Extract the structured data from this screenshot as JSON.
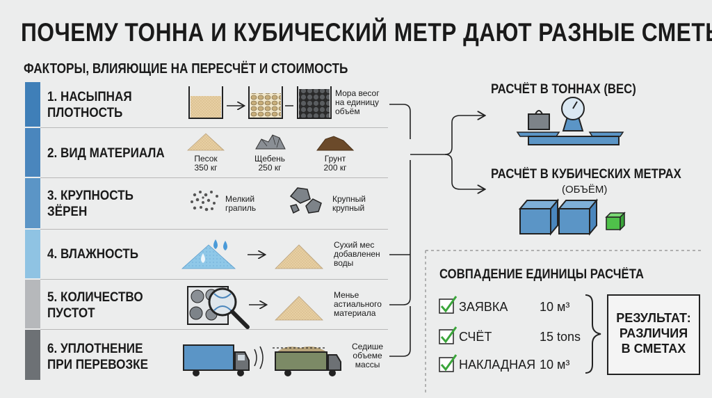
{
  "title": "ПОЧЕМУ ТОННА И КУБИЧЕСКИЙ МЕТР ДАЮТ РАЗНЫЕ СМЕТЫ",
  "subtitle": "ФАКТОРЫ, ВЛИЯЮЩИЕ НА ПЕРЕСЧЁТ И СТОИМОСТЬ",
  "factors": [
    {
      "label": "1. НАСЫПНАЯ\nПЛОТНОСТЬ",
      "color": "#3f7fb8",
      "note": "Мора весог\nна единицу\nобъём"
    },
    {
      "label": "2. ВИД МАТЕРИАЛА",
      "color": "#4a86bd",
      "materials": [
        {
          "name": "Песок\n350 кг"
        },
        {
          "name": "Щебень\n250 кг"
        },
        {
          "name": "Грунт\n200 кг"
        }
      ]
    },
    {
      "label": "3. КРУПНОСТЬ\nЗЁРЕН",
      "color": "#5b95c6",
      "fine": "Мелкий\nграпиль",
      "coarse": "Крупный\nкрупный"
    },
    {
      "label": "4. ВЛАЖНОСТЬ",
      "color": "#8fc3e3",
      "note": "Сухий мес\nдобавленен\nводы"
    },
    {
      "label": "5. КОЛИЧЕСТВО\nПУСТОТ",
      "color": "#b6b8bb",
      "note": "Менье\nастиального\nматериала"
    },
    {
      "label": "6. УПЛОТНЕНИЕ\nПРИ ПЕРЕВОЗКЕ",
      "color": "#6d7175",
      "note": "Седише\nобъеме\nмассы"
    }
  ],
  "calc_tons": "РАСЧЁТ В ТОННАХ (ВЕС)",
  "calc_cubic": "РАСЧЁТ В КУБИЧЕСКИХ МЕТРАХ",
  "calc_cubic_sub": "(ОБЪЁМ)",
  "match": {
    "title": "СОВПАДЕНИЕ ЕДИНИЦЫ РАСЧЁТА",
    "rows": [
      {
        "label": "ЗАЯВКА",
        "value": "10 м³"
      },
      {
        "label": "СЧЁТ",
        "value": "15 tons"
      },
      {
        "label": "НАКЛАДНАЯ",
        "value": "10 м³"
      }
    ],
    "result": "РЕЗУЛЬТАТ:\nРАЗЛИЧИЯ\nВ СМЕТАХ"
  },
  "colors": {
    "accent_blue": "#5b95c6",
    "check_green": "#3aa53a",
    "cube_green": "#4fc14a"
  }
}
